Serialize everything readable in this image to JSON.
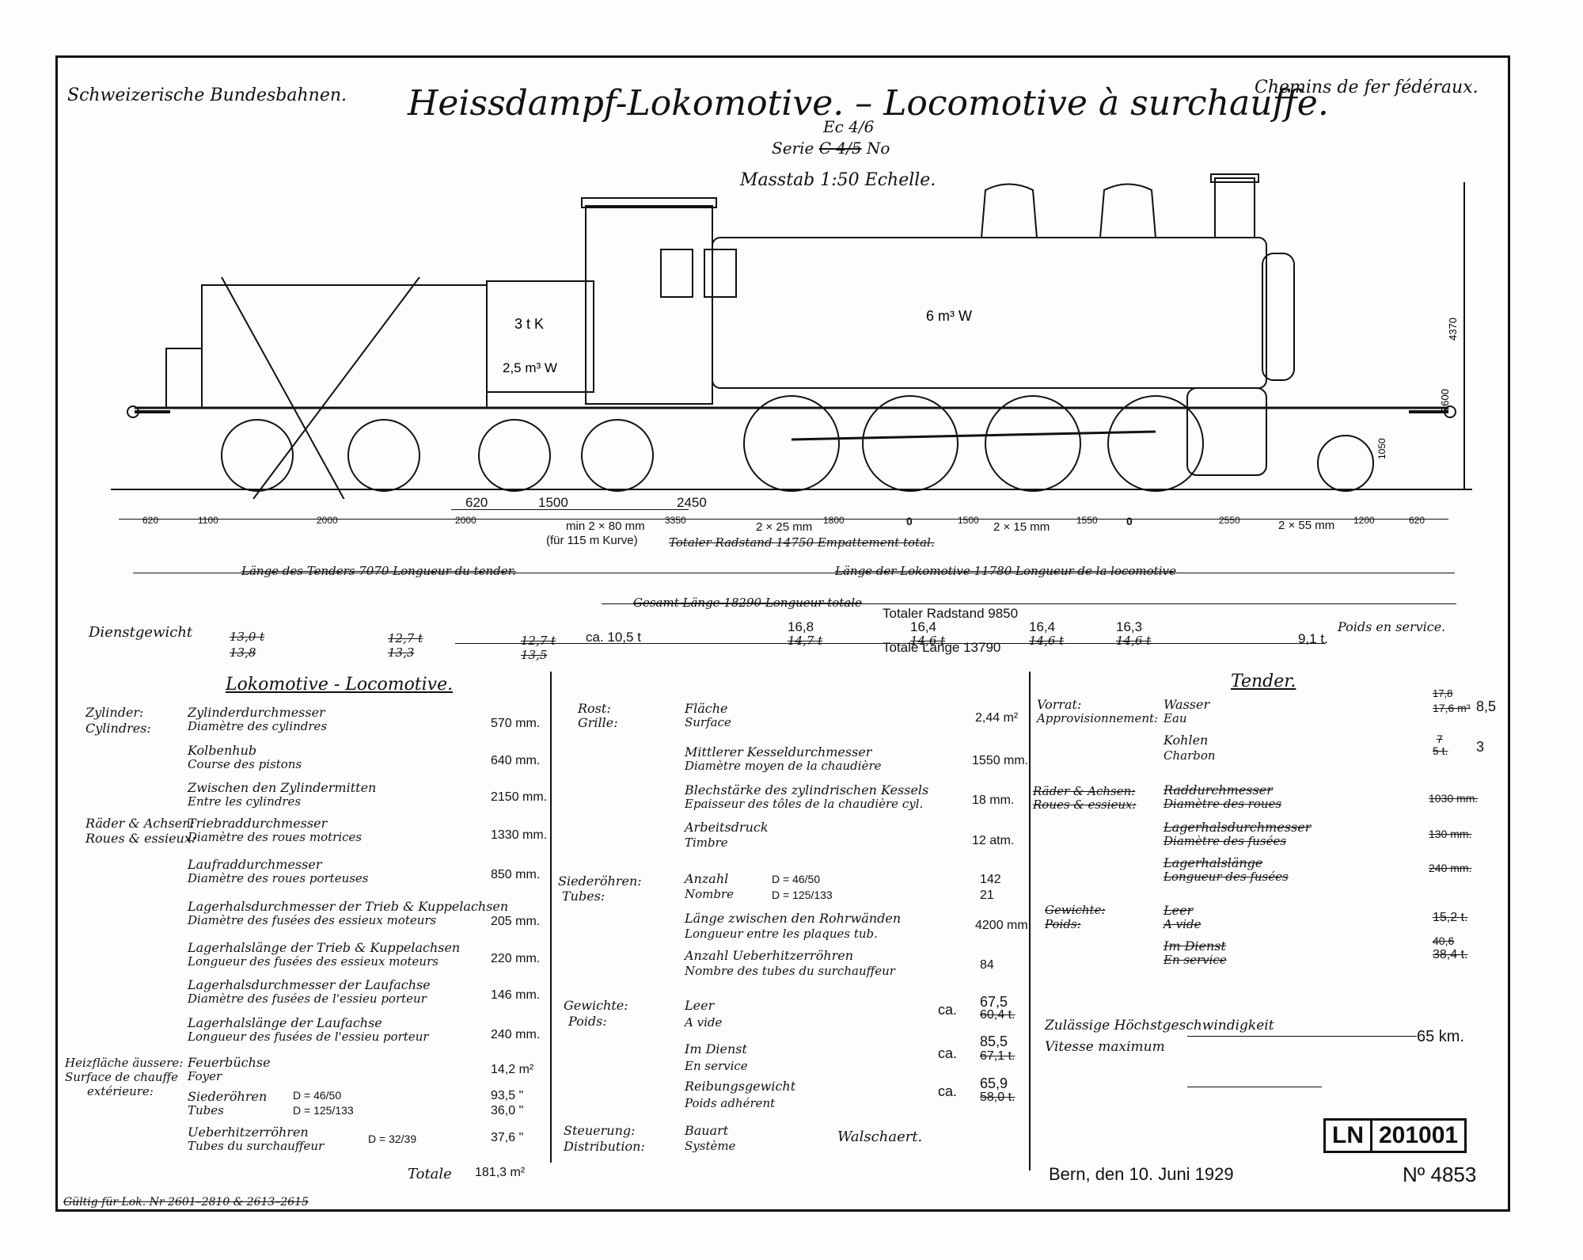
{
  "header": {
    "left": "Schweizerische Bundesbahnen.",
    "title": "Heissdampf-Lokomotive. – Locomotive à surchauffe.",
    "right": "Chemins de fer fédéraux.",
    "series_label": "Serie",
    "series_old": "C 4/5",
    "series_new": "Ec 4/6",
    "number_label": "No",
    "scale": "Masstab 1:50 Echelle."
  },
  "drawing": {
    "labels": {
      "coal": "3 t K",
      "water_tender": "2,5 m³ W",
      "water_loco": "6 m³ W",
      "height_total": "4370",
      "height_boiler": "2600",
      "height_buffer": "1050"
    },
    "dims_row1": [
      "620",
      "1500",
      "2450"
    ],
    "dims_row2": [
      "620",
      "1100",
      "2000",
      "2000",
      "3350",
      "1800",
      "0",
      "1500",
      "1550",
      "0",
      "2550",
      "1200",
      "620"
    ],
    "dims_play": [
      "min 2 × 80 mm",
      "(für 115 m Kurve)",
      "2 × 25 mm",
      "2 × 15 mm",
      "2 × 55 mm"
    ],
    "lengths": {
      "radstand_old": "Totaler Radstand 14750 Empattement total.",
      "tender_length": "Länge des Tenders 7070 Longueur du tender.",
      "loco_length": "Länge der Lokomotive 11780 Longueur de la locomotive",
      "total_old": "Gesamt Länge 18290 Longueur totale",
      "radstand_new": "Totaler Radstand 9850",
      "total_new": "Totale Länge 13790"
    },
    "weights": {
      "label_de": "Dienstgewicht",
      "label_fr": "Poids en service.",
      "values_old": [
        "13,0 t",
        "13,8",
        "12,7 t",
        "13,3",
        "12,7 t",
        "13,5",
        "14,7 t",
        "14,6 t",
        "14,6 t",
        "14,6 t"
      ],
      "values_new": [
        "ca. 10,5 t",
        "16,8",
        "16,4",
        "16,4",
        "16,3",
        "9,1 t."
      ]
    }
  },
  "loco": {
    "title": "Lokomotive - Locomotive.",
    "groups": [
      {
        "g1": "Zylinder:",
        "g2": "Cylindres:",
        "l1": "Zylinderdurchmesser",
        "l2": "Diamètre des cylindres",
        "v": "570 mm."
      },
      {
        "g1": "",
        "g2": "",
        "l1": "Kolbenhub",
        "l2": "Course des pistons",
        "v": "640 mm."
      },
      {
        "g1": "",
        "g2": "",
        "l1": "Zwischen den Zylindermitten",
        "l2": "Entre les cylindres",
        "v": "2150 mm."
      },
      {
        "g1": "Räder & Achsen:",
        "g2": "Roues & essieux:",
        "l1": "Triebraddurchmesser",
        "l2": "Diamètre des roues motrices",
        "v": "1330 mm."
      },
      {
        "g1": "",
        "g2": "",
        "l1": "Laufraddurchmesser",
        "l2": "Diamètre des roues porteuses",
        "v": "850 mm."
      },
      {
        "g1": "",
        "g2": "",
        "l1": "Lagerhalsdurchmesser der Trieb & Kuppelachsen",
        "l2": "Diamètre des fusées des essieux moteurs",
        "v": "205 mm."
      },
      {
        "g1": "",
        "g2": "",
        "l1": "Lagerhalslänge der Trieb & Kuppelachsen",
        "l2": "Longueur des fusées des essieux moteurs",
        "v": "220 mm."
      },
      {
        "g1": "",
        "g2": "",
        "l1": "Lagerhalsdurchmesser der Laufachse",
        "l2": "Diamètre des fusées de l'essieu porteur",
        "v": "146 mm."
      },
      {
        "g1": "",
        "g2": "",
        "l1": "Lagerhalslänge der Laufachse",
        "l2": "Longueur des fusées de l'essieu porteur",
        "v": "240 mm."
      }
    ],
    "heating": {
      "g1": "Heizfläche äussere:",
      "g2": "Surface de chauffe",
      "g3": "extérieure:",
      "firebox_l1": "Feuerbüchse",
      "firebox_l2": "Foyer",
      "firebox_v": "14,2 m²",
      "tubes_l1": "Siederöhren",
      "tubes_l2": "Tubes",
      "tubes_d1": "D = 46/50",
      "tubes_d2": "D = 125/133",
      "tubes_v1": "93,5 \"",
      "tubes_v2": "36,0 \"",
      "super_l1": "Ueberhitzerröhren",
      "super_l2": "Tubes du surchauffeur",
      "super_d": "D = 32/39",
      "super_v": "37,6 \"",
      "total_l": "Totale",
      "total_v": "181,3 m²"
    }
  },
  "middle": {
    "rost_g1": "Rost:",
    "rost_g2": "Grille:",
    "rost_l1": "Fläche",
    "rost_l2": "Surface",
    "rost_v": "2,44 m²",
    "kessel_l1": "Mittlerer Kesseldurchmesser",
    "kessel_l2": "Diamètre moyen de la chaudière",
    "kessel_v": "1550 mm.",
    "blech_l1": "Blechstärke des zylindrischen Kessels",
    "blech_l2": "Epaisseur des tôles de la chaudière cyl.",
    "blech_v": "18 mm.",
    "druck_l1": "Arbeitsdruck",
    "druck_l2": "Timbre",
    "druck_v": "12 atm.",
    "sieder_g1": "Siederöhren:",
    "sieder_g2": "Tubes:",
    "anzahl_l1": "Anzahl",
    "anzahl_l2": "Nombre",
    "anzahl_d1": "D = 46/50",
    "anzahl_d2": "D = 125/133",
    "anzahl_v1": "142",
    "anzahl_v2": "21",
    "laenge_l1": "Länge zwischen den Rohrwänden",
    "laenge_l2": "Longueur entre les plaques tub.",
    "laenge_v": "4200 mm",
    "ueber_l1": "Anzahl Ueberhitzerröhren",
    "ueber_l2": "Nombre des tubes du surchauffeur",
    "ueber_v": "84",
    "gew_g1": "Gewichte:",
    "gew_g2": "Poids:",
    "leer_l1": "Leer",
    "leer_l2": "A vide",
    "leer_ca": "ca.",
    "leer_new": "67,5",
    "leer_old": "60,4 t.",
    "dienst_l1": "Im Dienst",
    "dienst_l2": "En service",
    "dienst_ca": "ca.",
    "dienst_new": "85,5",
    "dienst_old": "67,1 t.",
    "reib_l1": "Reibungsgewicht",
    "reib_l2": "Poids adhérent",
    "reib_ca": "ca.",
    "reib_new": "65,9",
    "reib_old": "58,0 t.",
    "steu_g1": "Steuerung:",
    "steu_g2": "Distribution:",
    "steu_l1": "Bauart",
    "steu_l2": "Système",
    "steu_v": "Walschaert."
  },
  "tender": {
    "title": "Tender.",
    "vorrat_g1": "Vorrat:",
    "vorrat_g2": "Approvisionnement:",
    "wasser_l1": "Wasser",
    "wasser_l2": "Eau",
    "wasser_old1": "17,8",
    "wasser_old2": "17,6 m³",
    "wasser_new": "8,5",
    "kohlen_l1": "Kohlen",
    "kohlen_l2": "Charbon",
    "kohlen_old1": "7",
    "kohlen_old2": "5 t.",
    "kohlen_new": "3",
    "raeder_g1": "Räder & Achsen:",
    "raeder_g2": "Roues & essieux:",
    "rad_l1": "Raddurchmesser",
    "rad_l2": "Diamètre des roues",
    "rad_v": "1030 mm.",
    "lagd_l1": "Lagerhalsdurchmesser",
    "lagd_l2": "Diamètre des fusées",
    "lagd_v": "130 mm.",
    "lagl_l1": "Lagerhalslänge",
    "lagl_l2": "Longueur des fusées",
    "lagl_v": "240 mm.",
    "gew_g1": "Gewichte:",
    "gew_g2": "Poids:",
    "leer_l1": "Leer",
    "leer_l2": "A vide",
    "leer_v": "15,2 t.",
    "dienst_l1": "Im Dienst",
    "dienst_l2": "En service",
    "dienst_v1": "40,6",
    "dienst_v2": "38,4 t.",
    "speed_l1": "Zulässige Höchstgeschwindigkeit",
    "speed_l2": "Vitesse maximum",
    "speed_v": "65 km."
  },
  "footer": {
    "ln_prefix": "LN",
    "ln_number": "201001",
    "place_date": "Bern, den 10. Juni 1929",
    "number": "Nº 4853",
    "validity": "Gültig für Lok. Nr 2601–2810 & 2613–2615"
  }
}
